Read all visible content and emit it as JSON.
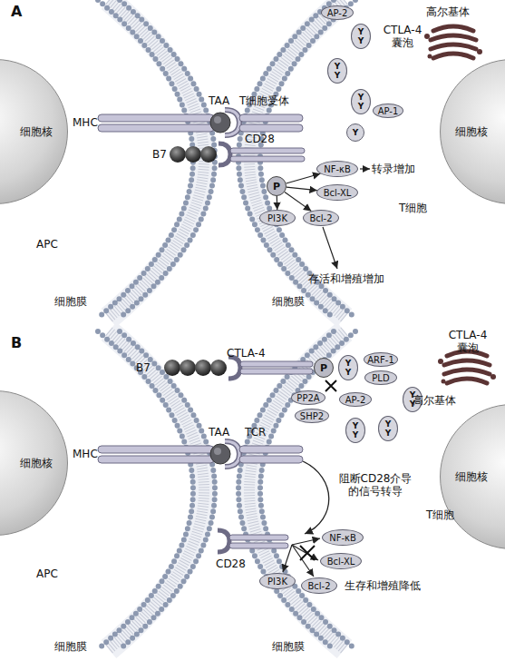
{
  "diagram": {
    "nodes": [
      {
        "text": [
          "细胞核"
        ]
      },
      {
        "text": [
          "细胞核"
        ]
      },
      {
        "text": [
          "AP-2"
        ]
      },
      {
        "text": [
          "Y",
          "Y"
        ]
      },
      {
        "text": [
          "Y",
          "Y"
        ]
      },
      {
        "text": [
          "Y",
          "Y"
        ]
      },
      {
        "text": [
          "AP-1"
        ]
      },
      {
        "text": [
          "Y"
        ]
      },
      {
        "text": [
          "P"
        ]
      },
      {
        "text": [
          "NF-κB"
        ]
      },
      {
        "text": [
          "Bcl-XL"
        ]
      },
      {
        "text": [
          "PI3K"
        ]
      },
      {
        "text": [
          "Bcl-2"
        ]
      },
      {
        "text": [
          "细胞核"
        ]
      },
      {
        "text": [
          "细胞核"
        ]
      },
      {
        "text": [
          "P"
        ]
      },
      {
        "text": [
          "Y",
          "Y"
        ]
      },
      {
        "text": [
          "ARF-1"
        ]
      },
      {
        "text": [
          "PLD"
        ]
      },
      {
        "text": [
          "AP-2"
        ]
      },
      {
        "text": [
          "PP2A"
        ]
      },
      {
        "text": [
          "SHP2"
        ]
      },
      {
        "text": [
          "Y",
          "Y"
        ]
      },
      {
        "text": [
          "Y",
          "Y"
        ]
      },
      {
        "text": [
          "Y",
          "Y"
        ]
      },
      {
        "text": [
          "NF-κB"
        ]
      },
      {
        "text": [
          "Bcl-XL"
        ]
      },
      {
        "text": [
          "PI3K"
        ]
      },
      {
        "text": [
          "Bcl-2"
        ]
      }
    ],
    "edges": [
      {
        "from": 8,
        "to": 9,
        "arrow": "to"
      },
      {
        "from": 8,
        "to": 10,
        "arrow": "to"
      },
      {
        "from": 8,
        "to": 11,
        "arrow": "to"
      },
      {
        "from": 8,
        "to": 12,
        "arrow": "to"
      }
    ],
    "labels": [
      "A",
      "高尔基体",
      "CTLA-4 囊泡",
      "TAA",
      "T细胞受体",
      "MHC",
      "B7",
      "CD28",
      "转录增加",
      "T细胞",
      "APC",
      "存活和增殖增加",
      "细胞膜",
      "细胞膜",
      "B",
      "B7",
      "CTLA-4",
      "CTLA-4 囊泡",
      "高尔基体",
      "TAA",
      "MHC",
      "TCR",
      "阻断CD28介导的信号转导",
      "T细胞",
      "CD28",
      "生存和增殖降低",
      "APC",
      "细胞膜",
      "细胞膜"
    ]
  }
}
